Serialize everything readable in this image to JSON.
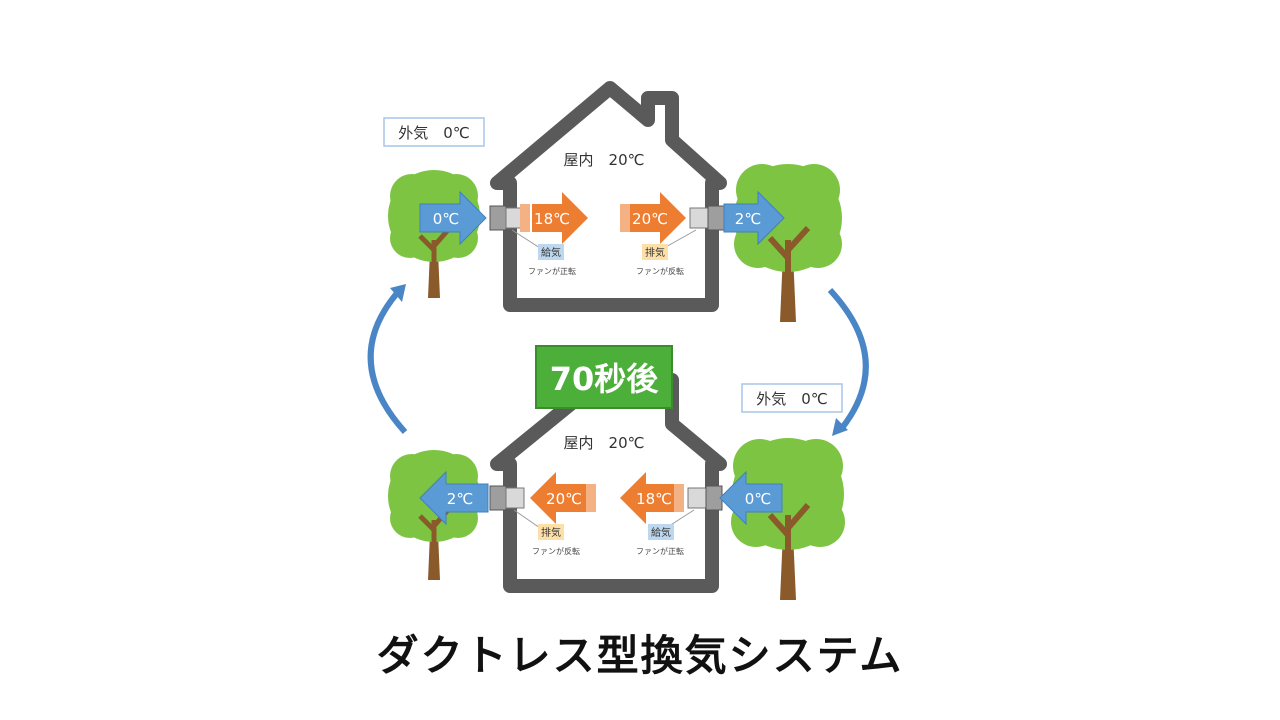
{
  "caption": "ダクトレス型換気システム",
  "delay_badge": "70秒後",
  "colors": {
    "house_outline": "#5a5a5a",
    "tree_leaves": "#7dc443",
    "tree_trunk": "#8a5a2b",
    "arrow_blue": "#5b9bd5",
    "arrow_orange": "#ed7d31",
    "badge_green": "#4caf3a",
    "label_blue_bg": "#bdd7ee",
    "label_orange_bg": "#fde0a8",
    "cycle_arrow": "#4a86c5"
  },
  "top_state": {
    "outdoor_label": "外気　0℃",
    "indoor_label": "屋内　20℃",
    "left_outdoor_arrow": "0℃",
    "left_indoor_arrow": "18℃",
    "right_indoor_arrow": "20℃",
    "right_outdoor_arrow": "2℃",
    "left_unit_mode": "給気",
    "left_unit_fan": "ファンが正転",
    "right_unit_mode": "排気",
    "right_unit_fan": "ファンが反転"
  },
  "bottom_state": {
    "outdoor_label": "外気　0℃",
    "indoor_label": "屋内　20℃",
    "left_outdoor_arrow": "2℃",
    "left_indoor_arrow": "20℃",
    "right_indoor_arrow": "18℃",
    "right_outdoor_arrow": "0℃",
    "left_unit_mode": "排気",
    "left_unit_fan": "ファンが反転",
    "right_unit_mode": "給気",
    "right_unit_fan": "ファンが正転"
  }
}
